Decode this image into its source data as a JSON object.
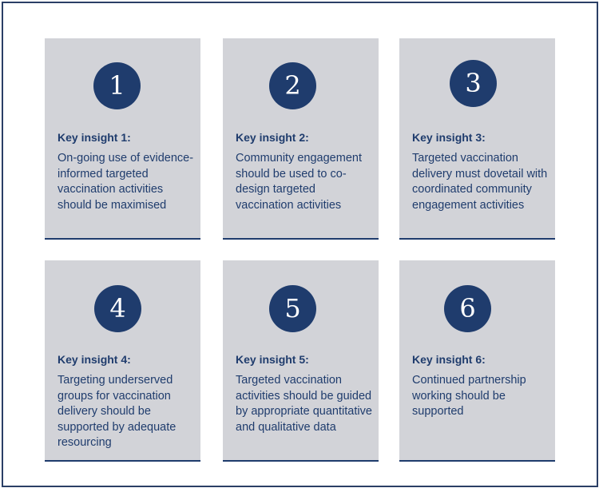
{
  "cards": [
    {
      "number": "1",
      "title": "Key insight 1:",
      "text": "On-going use of evidence-informed targeted vaccination activities should be maximised"
    },
    {
      "number": "2",
      "title": "Key insight 2:",
      "text": "Community engagement should be used to co-design targeted vaccination activities"
    },
    {
      "number": "3",
      "title": "Key insight 3:",
      "text": "Targeted vaccination delivery must dovetail with coordinated community engagement activities"
    },
    {
      "number": "4",
      "title": "Key insight 4:",
      "text": "Targeting underserved groups for vaccination delivery should be supported by adequate resourcing"
    },
    {
      "number": "5",
      "title": "Key insight 5:",
      "text": "Targeted vaccination activities should be guided by appropriate quantitative and qualitative data"
    },
    {
      "number": "6",
      "title": "Key insight 6:",
      "text": "Continued partnership working should be supported"
    }
  ],
  "colors": {
    "navy": "#1f3c6d",
    "card": "#d2d3d8"
  }
}
